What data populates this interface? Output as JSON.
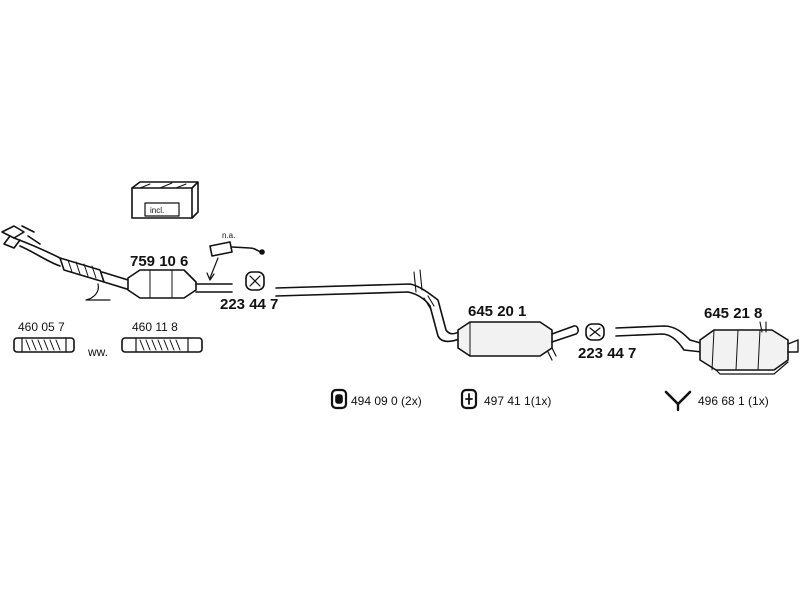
{
  "parts": {
    "catalytic_converter": "759 10 6",
    "note_na": "n.a.",
    "clamp_front": "223 44 7",
    "flex_pipe_a": "460 05 7",
    "flex_pipe_b": "460 11 8",
    "ww": "ww.",
    "middle_silencer": "645 20 1",
    "clamp_rear": "223 44 7",
    "rear_silencer": "645 21 8",
    "incl": "incl."
  },
  "legend": [
    {
      "code": "494 09 0 (2x)"
    },
    {
      "code": "497 41 1(1x)"
    },
    {
      "code": "496 68 1 (1x)"
    }
  ]
}
